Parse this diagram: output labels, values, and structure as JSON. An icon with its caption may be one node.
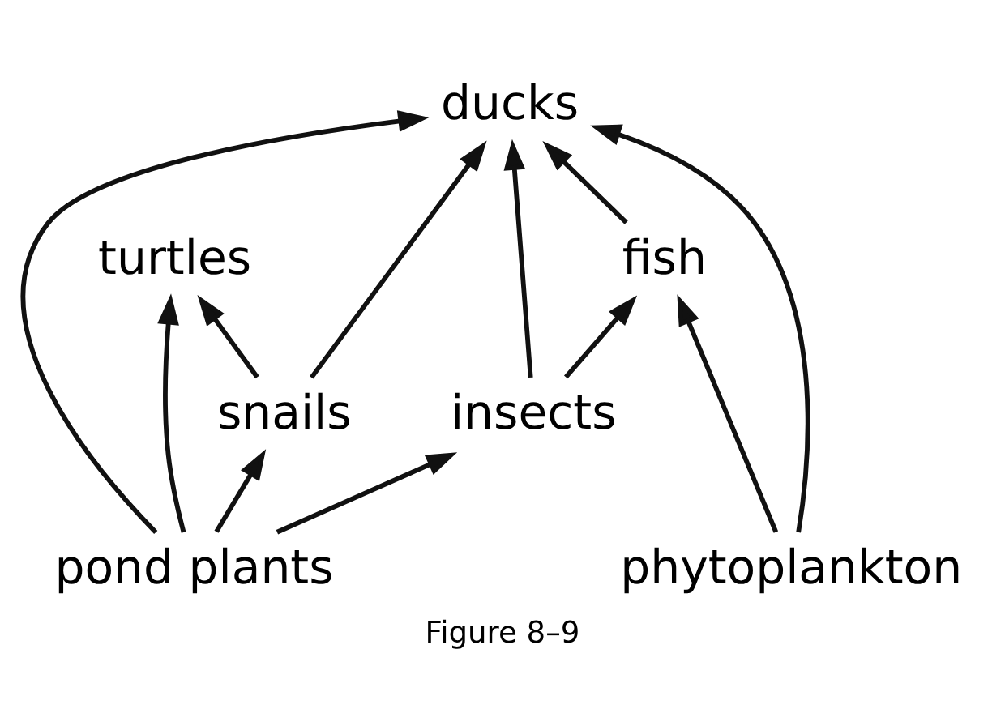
{
  "diagram": {
    "caption": "Figure 8–9",
    "nodes": [
      {
        "text": [
          "ducks"
        ]
      },
      {
        "text": [
          "turtles"
        ]
      },
      {
        "text": [
          "fish"
        ]
      },
      {
        "text": [
          "snails"
        ]
      },
      {
        "text": [
          "insects"
        ]
      },
      {
        "text": [
          "pond plants"
        ]
      },
      {
        "text": [
          "phytoplankton"
        ]
      }
    ],
    "edges": [
      {
        "from": 3,
        "to": 1,
        "arrow": "to"
      },
      {
        "from": 3,
        "to": 0,
        "arrow": "to"
      },
      {
        "from": 5,
        "to": 1,
        "arrow": "to"
      },
      {
        "from": 5,
        "to": 3,
        "arrow": "to"
      },
      {
        "from": 5,
        "to": 0,
        "arrow": "to"
      },
      {
        "from": 5,
        "to": 4,
        "arrow": "to"
      },
      {
        "from": 4,
        "to": 0,
        "arrow": "to"
      },
      {
        "from": 4,
        "to": 2,
        "arrow": "to"
      },
      {
        "from": 6,
        "to": 0,
        "arrow": "to"
      },
      {
        "from": 6,
        "to": 2,
        "arrow": "to"
      },
      {
        "from": 2,
        "to": 0,
        "arrow": "to"
      }
    ]
  }
}
